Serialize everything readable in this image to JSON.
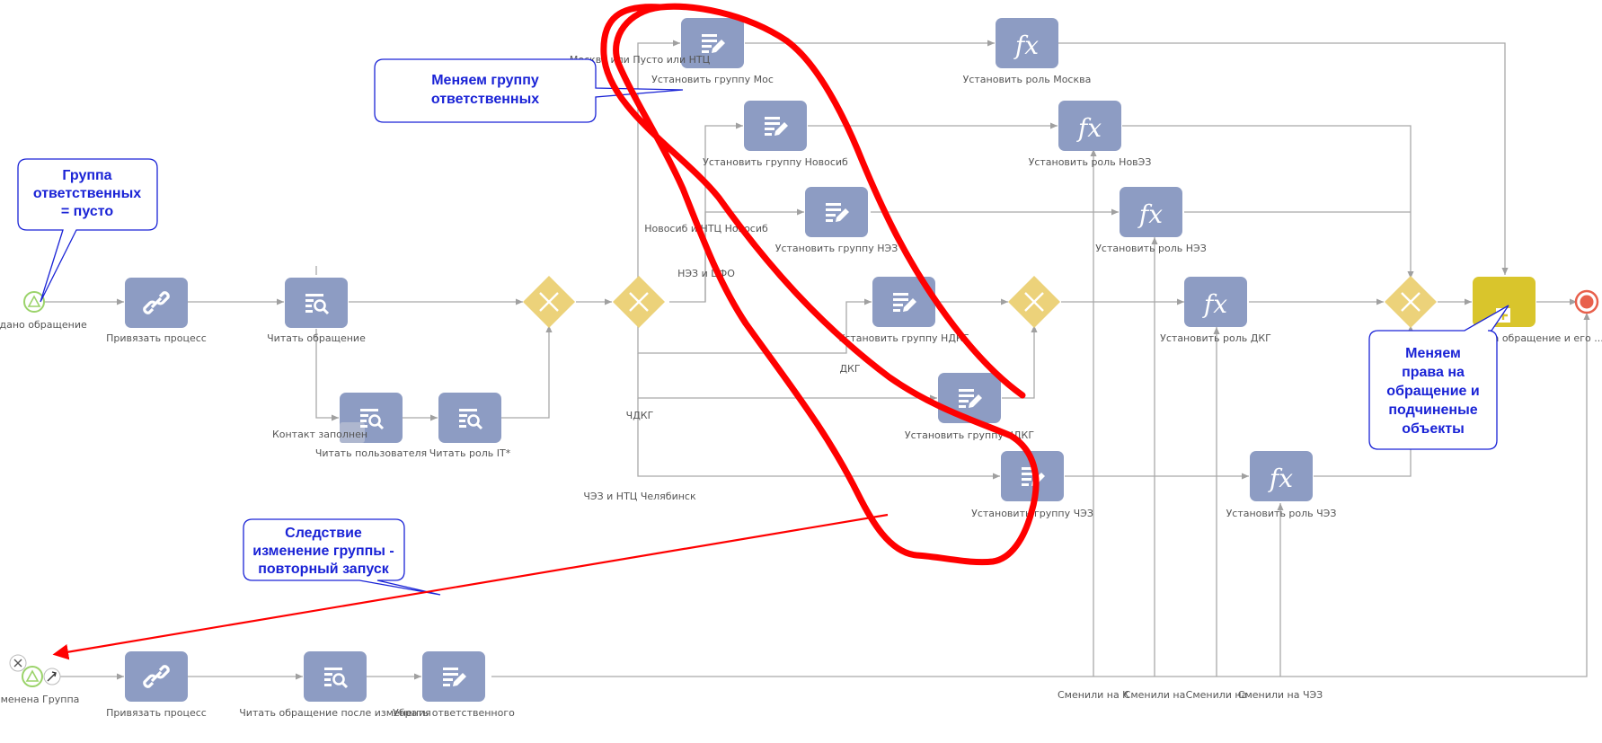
{
  "events": {
    "start_created": "Создано обращение",
    "start_changed": "изменена Группа"
  },
  "tasks": {
    "bind_process_1": "Привязать процесс",
    "read_request": "Читать обращение",
    "read_user": "Читать пользователя",
    "read_role_it": "Читать роль IT*",
    "set_group_mos": "Установить группу Мос",
    "set_group_novosib": "Установить группу Новосиб",
    "set_group_nez": "Установить группу НЭЗ",
    "set_group_ndkg": "Установить группу НДКГ",
    "set_group_chdkg": "Установить группу ЧДКГ",
    "set_group_chez": "Установить группу ЧЭЗ",
    "set_role_moscow": "Установить роль Москва",
    "set_role_novez": "Установить роль НовЭЗ",
    "set_role_nez": "Установить роль НЭЗ",
    "set_role_dkg": "Установить роль ДКГ",
    "set_role_chez": "Установить роль ЧЭЗ",
    "change_rights": "Сменить права на обращение и его ...",
    "bind_process_2": "Привязать процесс",
    "read_after_change": "Читать обращение после изменения",
    "remove_responsible": "Убрать ответственного"
  },
  "flow_labels": {
    "moscow_or_empty": "Москва или Пусто или НТЦ",
    "novosib_ntc": "Новосиб и НТЦ Новосиб",
    "nez_cfo": "НЭЗ и ЦФО",
    "dkg": "ДКГ",
    "chdkg": "ЧДКГ",
    "chez_ntc": "ЧЭЗ и НТЦ Челябинск",
    "contact_filled": "Контакт заполнен",
    "changed_1": "Сменили на К",
    "changed_2": "Сменили на",
    "changed_3": "Сменили на",
    "changed_4": "Сменили на ЧЭЗ"
  },
  "callouts": {
    "group_empty": [
      "Группа",
      "ответственных",
      "= пусто"
    ],
    "change_group": [
      "Меняем группу",
      "ответственных"
    ],
    "change_rights": [
      "Меняем",
      "права на",
      "обращение и",
      "подчиненые",
      "объекты"
    ],
    "consequence": [
      "Следствие",
      "изменение группы -",
      "повторный запуск"
    ]
  },
  "colors": {
    "task": "#8d9cc3",
    "gateway": "#ecd27a",
    "subprocess": "#d9c52c",
    "start_event": "#9bd36a",
    "end_event": "#e8604c",
    "callout_text": "#1a23d6",
    "annotation_red": "#ff0000"
  }
}
